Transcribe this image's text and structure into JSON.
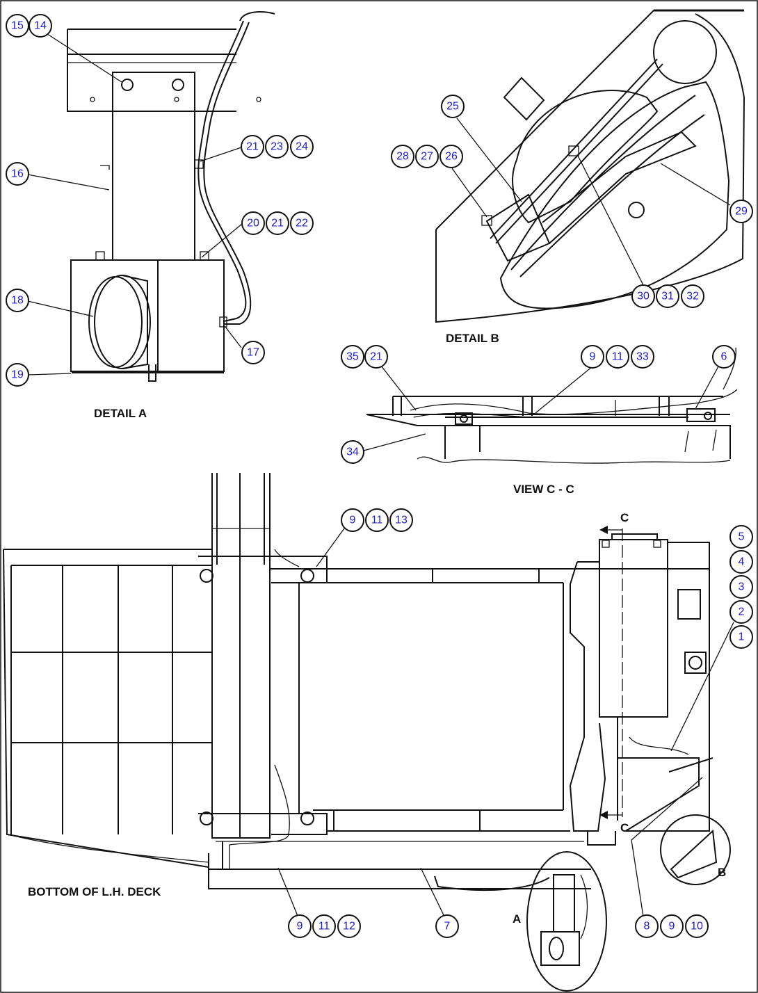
{
  "labels": {
    "detail_a": "DETAIL A",
    "detail_b": "DETAIL B",
    "view_cc": "VIEW C - C",
    "bottom_deck": "BOTTOM OF L.H. DECK",
    "marker_a": "A",
    "marker_b": "B",
    "marker_c_top": "C",
    "marker_c_bottom": "C"
  },
  "callouts": [
    "15",
    "14",
    "16",
    "21",
    "23",
    "24",
    "20",
    "21",
    "22",
    "18",
    "17",
    "19",
    "25",
    "28",
    "27",
    "26",
    "29",
    "30",
    "31",
    "32",
    "35",
    "21",
    "9",
    "11",
    "33",
    "6",
    "34",
    "9",
    "11",
    "13",
    "5",
    "4",
    "3",
    "2",
    "1",
    "9",
    "11",
    "12",
    "7",
    "8",
    "9",
    "10"
  ]
}
